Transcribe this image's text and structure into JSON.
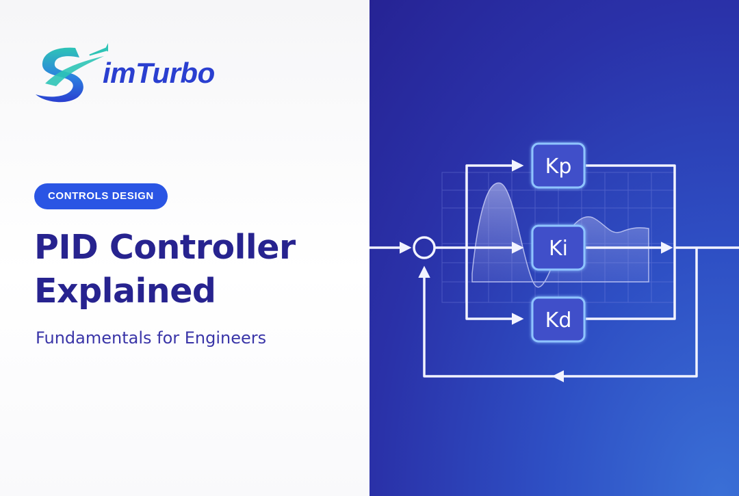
{
  "brand": {
    "logo_initial": "S",
    "name": "imTurbo",
    "colors": {
      "primary": "#2a3fd0",
      "accent_teal": "#2ec4b6",
      "badge": "#2a55e4",
      "title": "#27238f"
    }
  },
  "badge": {
    "label": "CONTROLS DESIGN"
  },
  "headline": {
    "line1": "PID Controller",
    "line2": "Explained"
  },
  "subtitle": "Fundamentals for Engineers",
  "diagram": {
    "blocks": {
      "proportional": "Kp",
      "integral": "Ki",
      "derivative": "Kd"
    },
    "icons": {
      "summing_junction": "summing-junction-icon",
      "airplane": "airplane-icon"
    },
    "colors": {
      "background": "#2a31a8",
      "line": "#f2f3ff",
      "setpoint": "#3aa0ff",
      "block_fill": "#3f4fc9",
      "block_border": "#8fc4ff"
    }
  }
}
